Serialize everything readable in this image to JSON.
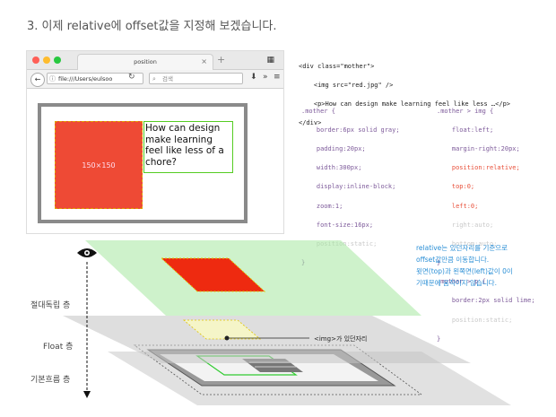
{
  "page": {
    "title": "3. 이제 relative에 offset값을 지정해 보겠습니다."
  },
  "browser": {
    "tab_title": "position",
    "tab_close": "×",
    "new_tab": "+",
    "url": "file:///Users/eulsoo",
    "search_placeholder": "검색",
    "back_icon": "arrow-left-icon",
    "reload_icon": "reload-icon",
    "menu_icon": "grid-icon"
  },
  "demo": {
    "image_label": "150×150",
    "paragraph": "How can design make learning feel like less of a chore?",
    "colors": {
      "red": "#ee4a35",
      "lime": "#55cc22",
      "border": "#8a8a8a"
    }
  },
  "code": {
    "html_lines": [
      "<div class=\"mother\">",
      "    <img src=\"red.jpg\" />",
      "    <p>How can design make learning feel like less …</p>",
      "</div>"
    ],
    "css_left": [
      {
        "text": ".mother {",
        "style": "sel"
      },
      {
        "text": "    border:6px solid gray;",
        "style": "prop"
      },
      {
        "text": "    padding:20px;",
        "style": "prop"
      },
      {
        "text": "    width:300px;",
        "style": "prop"
      },
      {
        "text": "    display:inline-block;",
        "style": "prop"
      },
      {
        "text": "    zoom:1;",
        "style": "prop"
      },
      {
        "text": "    font-size:16px;",
        "style": "prop"
      },
      {
        "text": "    position:static;",
        "style": "gray"
      },
      {
        "text": "}",
        "style": "sel"
      }
    ],
    "css_right": [
      {
        "text": ".mother > img {",
        "style": "sel"
      },
      {
        "text": "    float:left;",
        "style": "prop"
      },
      {
        "text": "    margin-right:20px;",
        "style": "prop"
      },
      {
        "text": "    position:relative;",
        "style": "red"
      },
      {
        "text": "    top:0;",
        "style": "red"
      },
      {
        "text": "    left:0;",
        "style": "red"
      },
      {
        "text": "    right:auto;",
        "style": "gray"
      },
      {
        "text": "    bottom:auto;",
        "style": "gray"
      },
      {
        "text": "}",
        "style": "sel"
      },
      {
        "text": ".mother > p {",
        "style": "sel"
      },
      {
        "text": "    border:2px solid lime;",
        "style": "prop"
      },
      {
        "text": "    position:static;",
        "style": "gray"
      },
      {
        "text": "}",
        "style": "sel"
      }
    ]
  },
  "note": {
    "lines": [
      "relative는 있던자리를 기준으로",
      "offset값만큼 이동합니다.",
      "윗면(top)과 왼쪽면(left)값이 0이",
      "기때문에 움직이지 않습니다."
    ]
  },
  "diagram": {
    "layers": {
      "absolute": "절대독립 층",
      "float": "Float 층",
      "basic": "기본흐름 층"
    },
    "img_label": "<img>가 있던자리",
    "eye_icon": "eye-icon"
  }
}
